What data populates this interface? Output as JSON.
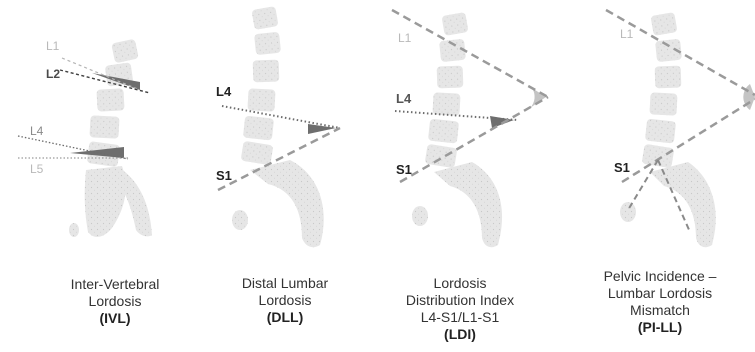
{
  "panels": [
    {
      "id": "ivl",
      "caption_lines": [
        "Inter-Vertebral",
        "Lordosis"
      ],
      "abbr": "(IVL)",
      "labels": {
        "l1": "L1",
        "l2": "L2",
        "l4": "L4",
        "l5": "L5"
      }
    },
    {
      "id": "dll",
      "caption_lines": [
        "Distal Lumbar",
        "Lordosis"
      ],
      "abbr": "(DLL)",
      "labels": {
        "l4": "L4",
        "s1": "S1"
      }
    },
    {
      "id": "ldi",
      "caption_lines": [
        "Lordosis",
        "Distribution Index",
        "L4-S1/L1-S1"
      ],
      "abbr": "(LDI)",
      "labels": {
        "l1": "L1",
        "l4": "L4",
        "s1": "S1"
      }
    },
    {
      "id": "pill",
      "caption_lines": [
        "Pelvic Incidence –",
        "Lumbar Lordosis",
        "Mismatch"
      ],
      "abbr": "(PI-LL)",
      "labels": {
        "l1": "L1",
        "s1": "S1"
      }
    }
  ],
  "colors": {
    "bone": "#e6e6e6",
    "bone_edge": "#d0d0d0",
    "angle_dark": "#6e6e6e",
    "angle_light": "#c4c4c4",
    "dashed_line": "#9a9a9a",
    "dotted_line": "#6c6c6c"
  }
}
